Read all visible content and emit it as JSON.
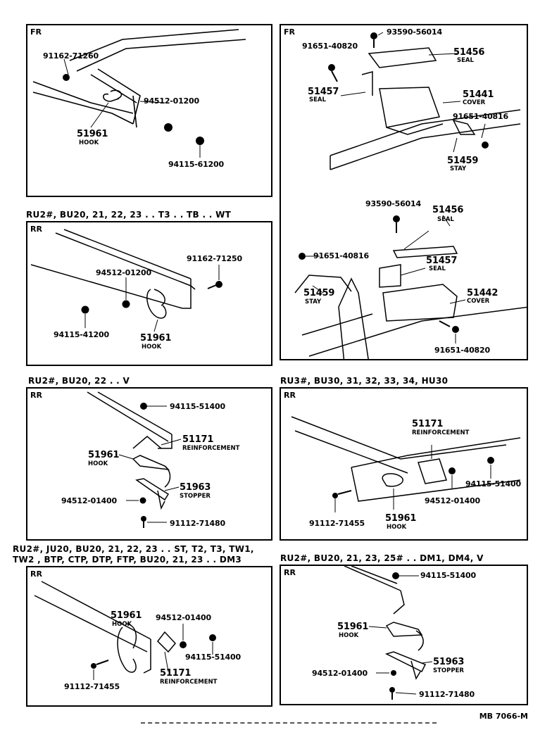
{
  "panels": {
    "p1": {
      "tag": "FR",
      "labels": {
        "a": "91162-71260",
        "b": "94512-01200",
        "c": "51961",
        "c_sub": "HOOK",
        "d": "94115-61200"
      }
    },
    "p2": {
      "tag": "FR",
      "labels": {
        "a": "93590-56014",
        "b": "91651-40820",
        "c": "51456",
        "c_sub": "SEAL",
        "d": "51457",
        "d_sub": "SEAL",
        "e": "51441",
        "e_sub": "COVER",
        "f": "91651-40816",
        "g": "51459",
        "g_sub": "STAY",
        "h": "93590-56014",
        "i": "51456",
        "i_sub": "SEAL",
        "j": "91651-40816",
        "k": "51457",
        "k_sub": "SEAL",
        "l": "51459",
        "l_sub": "STAY",
        "m": "51442",
        "m_sub": "COVER",
        "n": "91651-40820"
      }
    },
    "p3": {
      "caption": "RU2#, BU20, 21, 22, 23 . . T3 . . TB . . WT",
      "tag": "RR",
      "labels": {
        "a": "91162-71250",
        "b": "94512-01200",
        "c": "94115-41200",
        "d": "51961",
        "d_sub": "HOOK"
      }
    },
    "p4": {
      "caption": "RU2#, BU20, 22 . . V",
      "tag": "RR",
      "labels": {
        "a": "94115-51400",
        "b": "51171",
        "b_sub": "REINFORCEMENT",
        "c": "51961",
        "c_sub": "HOOK",
        "d": "51963",
        "d_sub": "STOPPER",
        "e": "94512-01400",
        "f": "91112-71480"
      }
    },
    "p5": {
      "caption": "RU3#, BU30, 31, 32, 33, 34, HU30",
      "tag": "RR",
      "labels": {
        "a": "51171",
        "a_sub": "REINFORCEMENT",
        "b": "94115-51400",
        "c": "94512-01400",
        "d": "91112-71455",
        "e": "51961",
        "e_sub": "HOOK"
      }
    },
    "p6": {
      "caption_l1": "RU2#, JU20, BU20, 21, 22, 23 . . ST, T2, T3, TW1,",
      "caption_l2": "TW2 , BTP, CTP, DTP, FTP,      BU20, 21, 23 . . DM3",
      "tag": "RR",
      "labels": {
        "a": "51961",
        "a_sub": "HOOK",
        "b": "94512-01400",
        "c": "94115-51400",
        "d": "91112-71455",
        "e": "51171",
        "e_sub": "REINFORCEMENT"
      }
    },
    "p7": {
      "caption": "RU2#, BU20, 21, 23, 25# . . DM1, DM4, V",
      "tag": "RR",
      "labels": {
        "a": "94115-51400",
        "b": "51961",
        "b_sub": "HOOK",
        "c": "51963",
        "c_sub": "STOPPER",
        "d": "94512-01400",
        "e": "91112-71480"
      }
    }
  },
  "ref": "MB 7066-M"
}
